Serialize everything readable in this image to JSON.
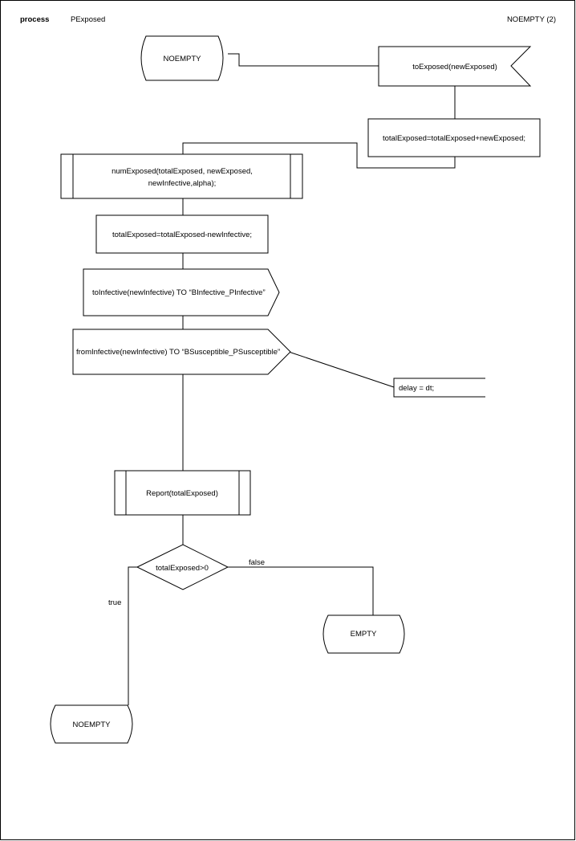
{
  "header": {
    "keyword": "process",
    "process_name": "PExposed",
    "page_label": "NOEMPTY (2)"
  },
  "nodes": {
    "state_start": "NOEMPTY",
    "input_signal": "toExposed(newExposed)",
    "task_add": "totalExposed=totalExposed+newExposed;",
    "procedure_call_line1": "numExposed(totalExposed, newExposed,",
    "procedure_call_line2": "newInfective,alpha);",
    "task_subtract": "totalExposed=totalExposed-newInfective;",
    "output_to_infective": "toInfective(newInfective) TO “BInfective_PInfective”",
    "output_from_infective": "fromInfective(newInfective) TO “BSusceptible_PSusceptible”",
    "comment_delay": "delay = dt;",
    "procedure_report": "Report(totalExposed)",
    "decision": "totalExposed>0",
    "branch_true": "true",
    "branch_false": "false",
    "state_empty": "EMPTY",
    "state_noempty_end": "NOEMPTY"
  }
}
